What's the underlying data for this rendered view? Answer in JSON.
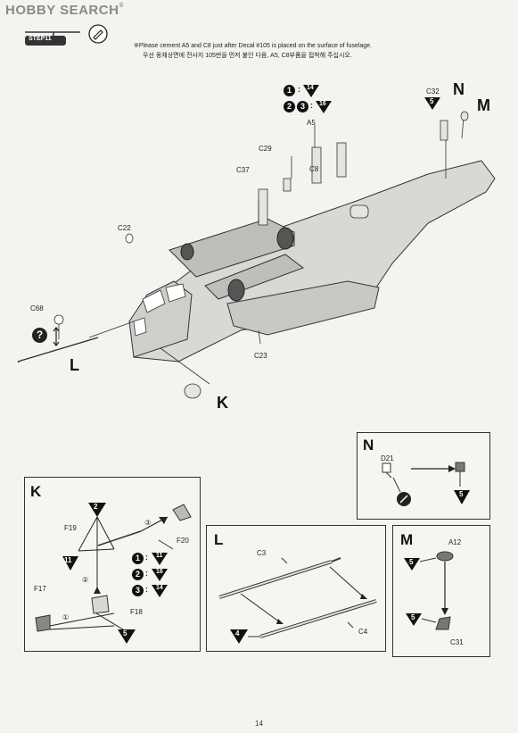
{
  "header": {
    "logo": "HOBBY SEARCH",
    "registered": "®"
  },
  "step": {
    "label": "STEP11"
  },
  "note": {
    "line1": "※Please cement A5 and C8 just after Decal #105 is placed on the surface of fuselage.",
    "line2": "우선 동체상면에 전사지 105번을 먼저 붙인 다음, A5, C8부품을 접착해 주십시오."
  },
  "main_labels": {
    "A5": "A5",
    "C8": "C8",
    "C29": "C29",
    "C37": "C37",
    "C22": "C22",
    "C68": "C68",
    "C23": "C23",
    "C32": "C32",
    "N": "N",
    "M": "M",
    "K": "K",
    "L": "L"
  },
  "color_key": {
    "row1": {
      "num": "1",
      "code": "14"
    },
    "row2": {
      "num1": "2",
      "num2": "3",
      "code": "16"
    }
  },
  "main_c32_code": "5",
  "box_n": {
    "title": "N",
    "part": "D21",
    "code": "5"
  },
  "box_k": {
    "title": "K",
    "parts": [
      "F19",
      "F20",
      "F17",
      "F18"
    ],
    "top_code": "2",
    "left_code": "11",
    "bottom_code": "5",
    "steps": [
      "①",
      "②",
      "③"
    ],
    "legend": [
      {
        "num": "1",
        "code": "11"
      },
      {
        "num": "2",
        "code": "16"
      },
      {
        "num": "3",
        "code": "14"
      }
    ]
  },
  "box_l": {
    "title": "L",
    "parts": [
      "C3",
      "C4"
    ],
    "code": "4"
  },
  "box_m": {
    "title": "M",
    "parts": [
      "A12",
      "C31"
    ],
    "codes": [
      "5",
      "5"
    ]
  },
  "page_number": "14"
}
